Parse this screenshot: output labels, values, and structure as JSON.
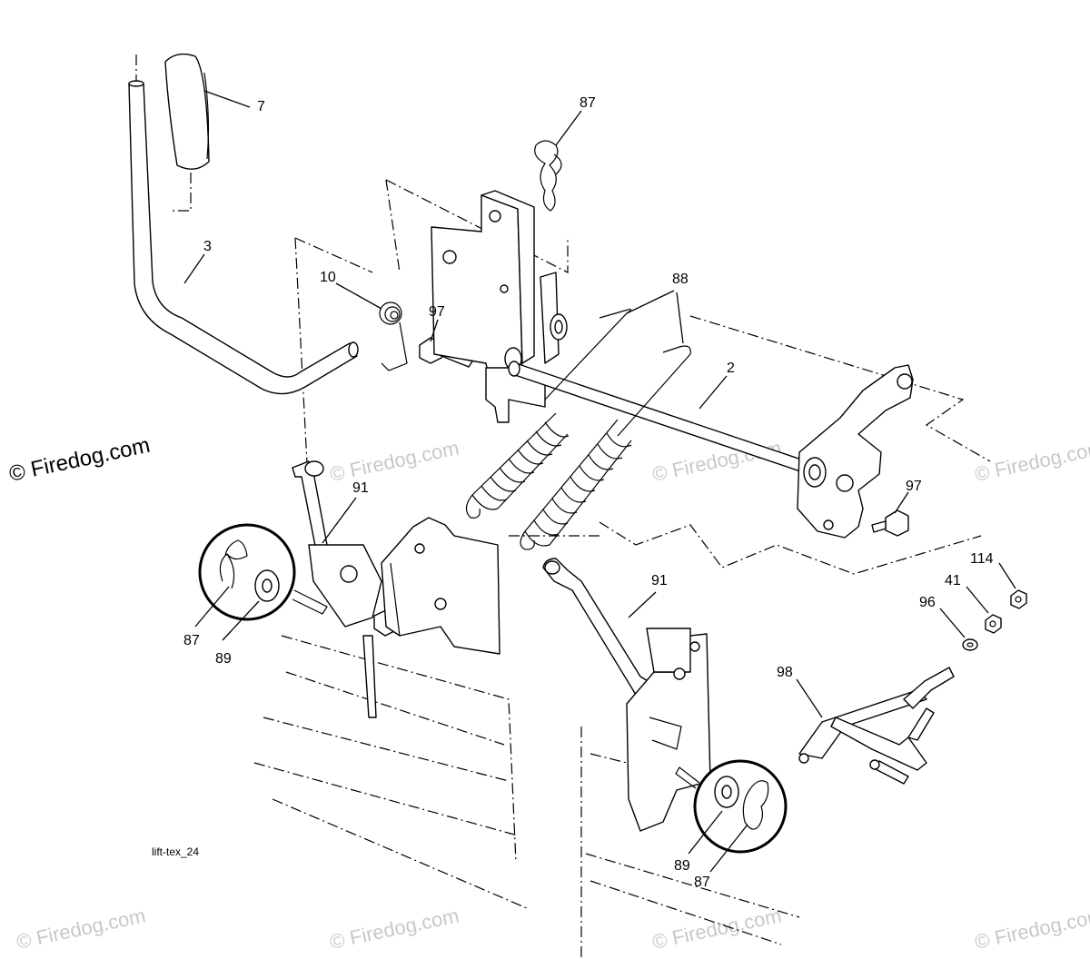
{
  "diagram": {
    "caption": "lift-tex_24",
    "watermark": "© Firedog.com",
    "watermark_color": "#c8c8c8",
    "callouts": [
      {
        "id": "p7",
        "label": "7"
      },
      {
        "id": "p87a",
        "label": "87"
      },
      {
        "id": "p3",
        "label": "3"
      },
      {
        "id": "p10",
        "label": "10"
      },
      {
        "id": "p97a",
        "label": "97"
      },
      {
        "id": "p88",
        "label": "88"
      },
      {
        "id": "p2",
        "label": "2"
      },
      {
        "id": "p97b",
        "label": "97"
      },
      {
        "id": "p91a",
        "label": "91"
      },
      {
        "id": "p87b",
        "label": "87"
      },
      {
        "id": "p89a",
        "label": "89"
      },
      {
        "id": "p91b",
        "label": "91"
      },
      {
        "id": "p114",
        "label": "114"
      },
      {
        "id": "p41",
        "label": "41"
      },
      {
        "id": "p96",
        "label": "96"
      },
      {
        "id": "p98",
        "label": "98"
      },
      {
        "id": "p89b",
        "label": "89"
      },
      {
        "id": "p87c",
        "label": "87"
      }
    ]
  }
}
